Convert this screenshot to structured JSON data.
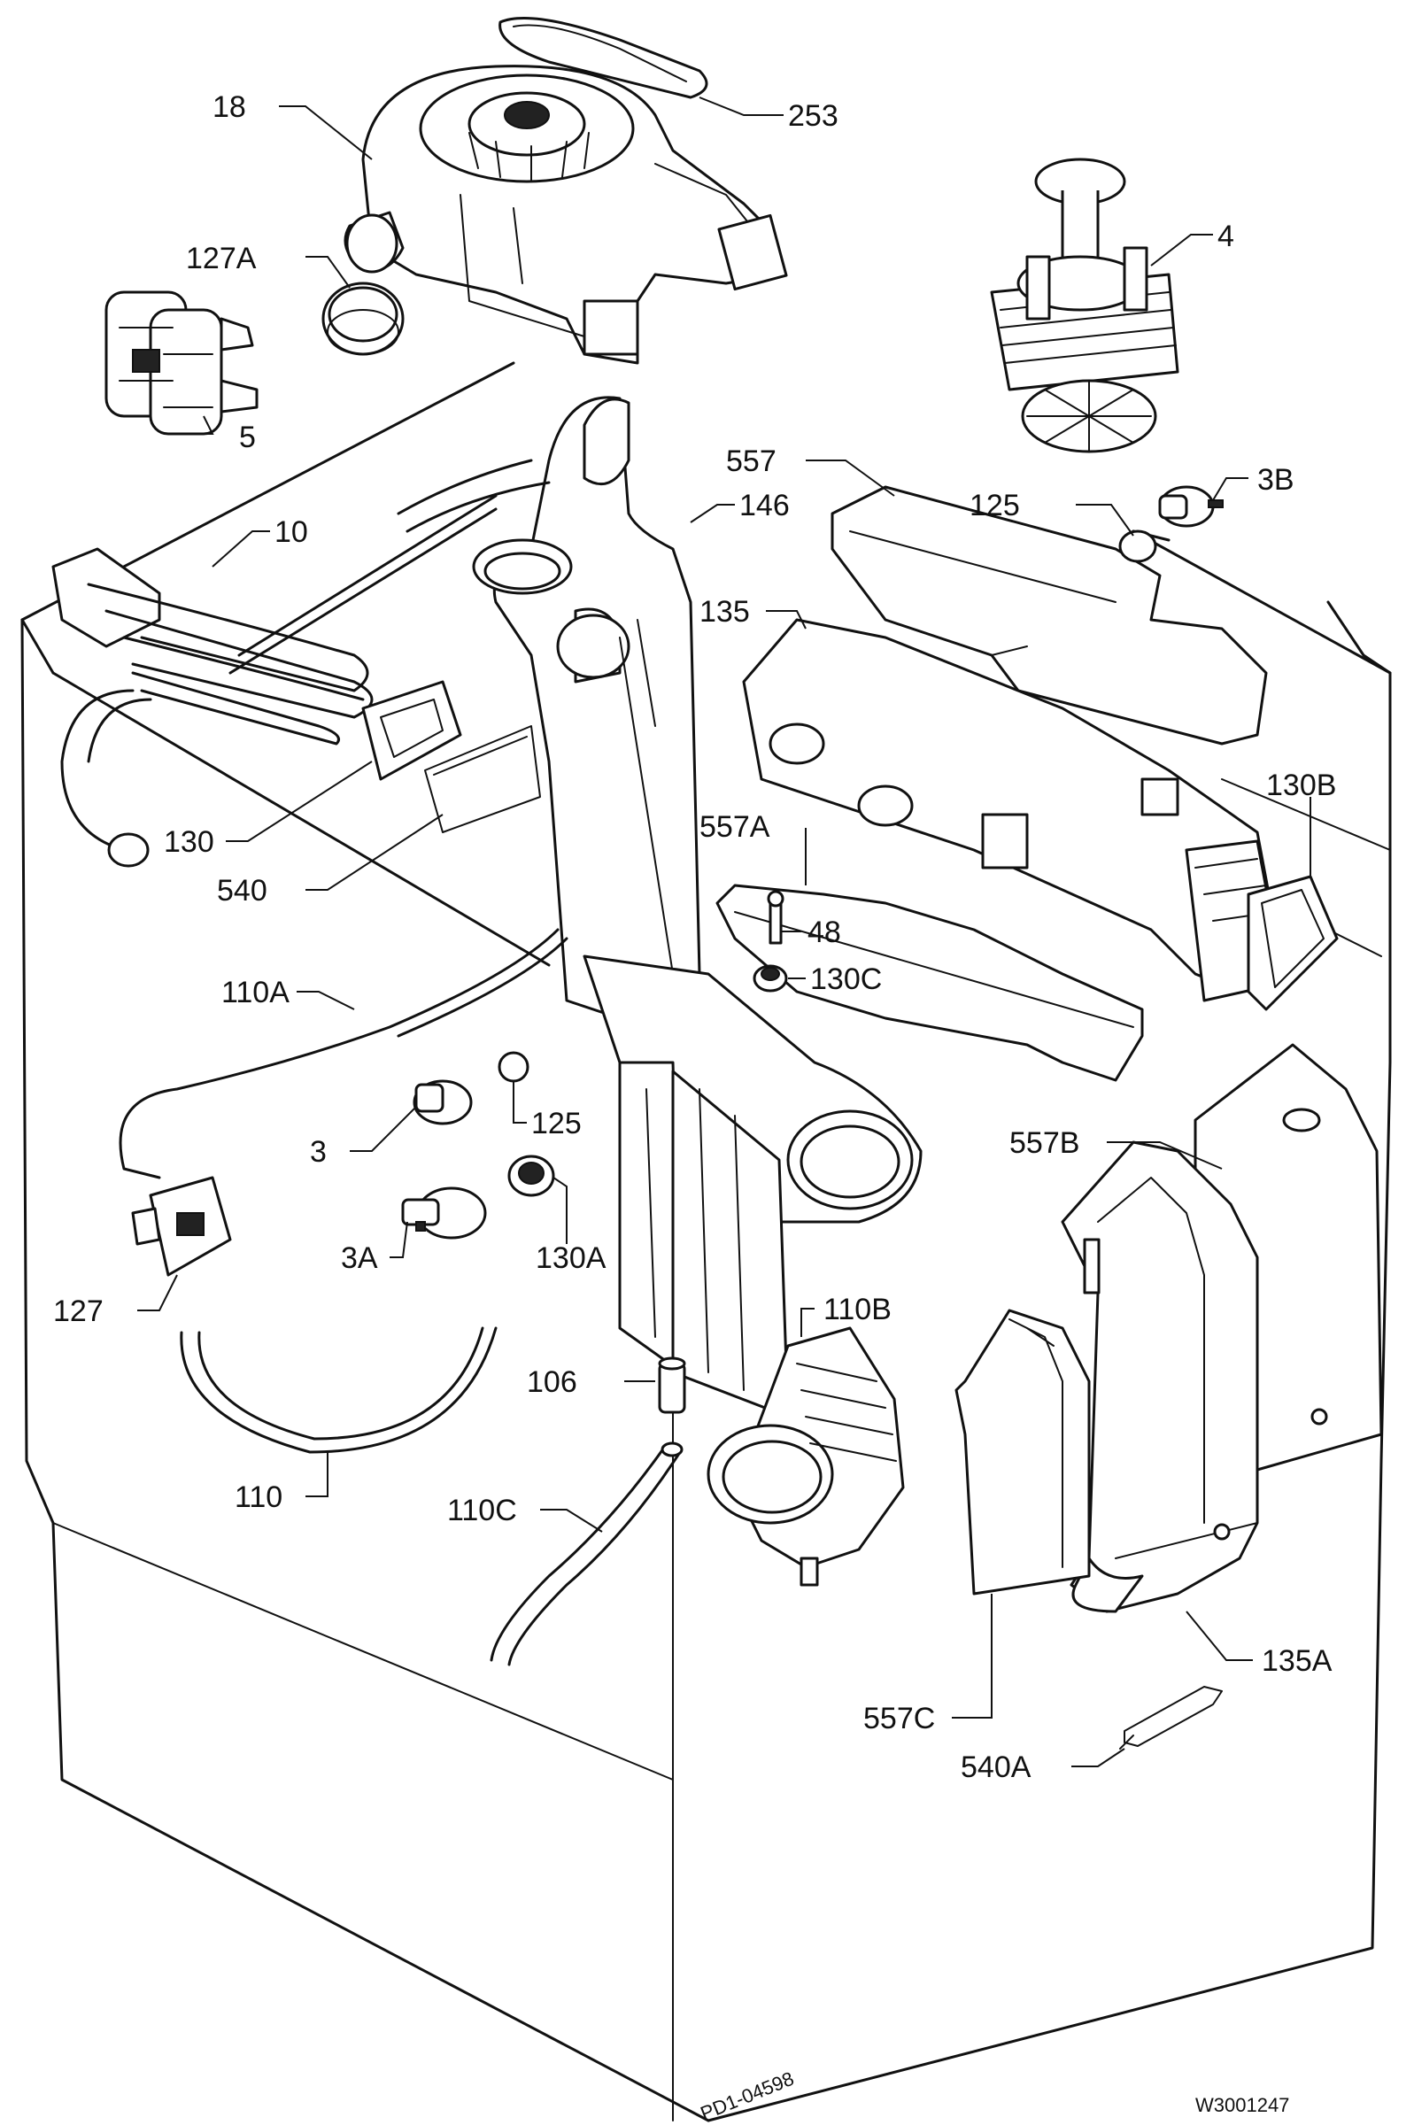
{
  "labels": {
    "l18": "18",
    "l253": "253",
    "l127A": "127A",
    "l4": "4",
    "l5": "5",
    "l3B": "3B",
    "l557": "557",
    "l125a": "125",
    "l146": "146",
    "l10": "10",
    "l135": "135",
    "l130B": "130B",
    "l130": "130",
    "l557A": "557A",
    "l540": "540",
    "l48": "48",
    "l130C": "130C",
    "l110A": "110A",
    "l125b": "125",
    "l3": "3",
    "l557B": "557B",
    "l3A": "3A",
    "l130A": "130A",
    "l127": "127",
    "l110B": "110B",
    "l106": "106",
    "l110": "110",
    "l110C": "110C",
    "l135A": "135A",
    "l557C": "557C",
    "l540A": "540A"
  },
  "footer": {
    "drawing_code": "PD1-04598",
    "figure_id": "W3001247"
  }
}
